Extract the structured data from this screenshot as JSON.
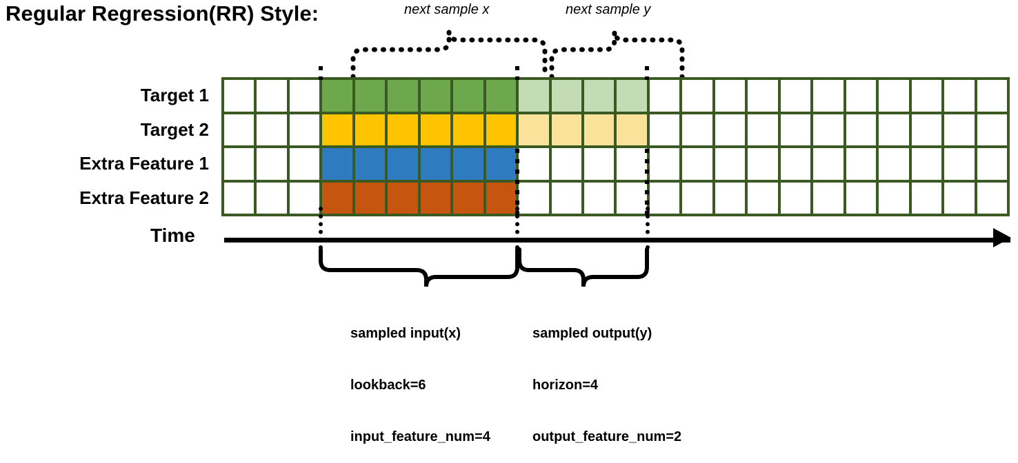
{
  "title": "Regular Regression(RR) Style:",
  "top_annotations": [
    {
      "label": "next sample x"
    },
    {
      "label": "next sample y"
    }
  ],
  "rows": [
    {
      "label": "Target 1",
      "series": "target",
      "accent": "#6da84c",
      "accent_light": "#c4dcb4"
    },
    {
      "label": "Target 2",
      "series": "target",
      "accent": "#ffc400",
      "accent_light": "#fbe29b"
    },
    {
      "label": "Extra Feature 1",
      "series": "extra_feature",
      "accent": "#2e7cbf",
      "accent_light": null
    },
    {
      "label": "Extra Feature 2",
      "series": "extra_feature",
      "accent": "#c6550f",
      "accent_light": null
    }
  ],
  "grid": {
    "columns": 24,
    "rows": 4,
    "border_color": "#3b5a22",
    "empty_color": "#ffffff",
    "lookback_start_col": 4,
    "lookback_end_col": 9,
    "horizon_start_col": 10,
    "horizon_end_col": 13,
    "fill": [
      [
        "white",
        "white",
        "white",
        "green",
        "green",
        "green",
        "green",
        "green",
        "green",
        "greenlt",
        "greenlt",
        "greenlt",
        "greenlt",
        "white",
        "white",
        "white",
        "white",
        "white",
        "white",
        "white",
        "white",
        "white",
        "white",
        "white"
      ],
      [
        "white",
        "white",
        "white",
        "gold",
        "gold",
        "gold",
        "gold",
        "gold",
        "gold",
        "goldlt",
        "goldlt",
        "goldlt",
        "goldlt",
        "white",
        "white",
        "white",
        "white",
        "white",
        "white",
        "white",
        "white",
        "white",
        "white",
        "white"
      ],
      [
        "white",
        "white",
        "white",
        "blue",
        "blue",
        "blue",
        "blue",
        "blue",
        "blue",
        "white",
        "white",
        "white",
        "white",
        "white",
        "white",
        "white",
        "white",
        "white",
        "white",
        "white",
        "white",
        "white",
        "white",
        "white"
      ],
      [
        "white",
        "white",
        "white",
        "orange",
        "orange",
        "orange",
        "orange",
        "orange",
        "orange",
        "white",
        "white",
        "white",
        "white",
        "white",
        "white",
        "white",
        "white",
        "white",
        "white",
        "white",
        "white",
        "white",
        "white",
        "white"
      ]
    ]
  },
  "axis": {
    "label": "Time"
  },
  "bottom_notes": [
    {
      "title": "sampled input(x)",
      "line2": "lookback=6",
      "line3": "input_feature_num=4"
    },
    {
      "title": "sampled output(y)",
      "line2": "horizon=4",
      "line3": "output_feature_num=2"
    }
  ]
}
